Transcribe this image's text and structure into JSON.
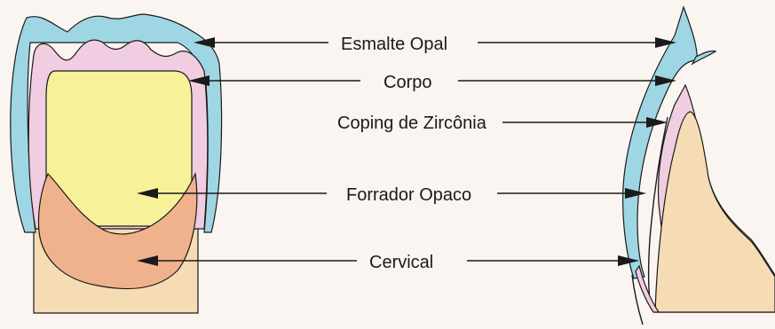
{
  "labels": {
    "esmalte_opal": "Esmalte Opal",
    "corpo": "Corpo",
    "coping": "Coping de Zircônia",
    "forrador": "Forrador Opaco",
    "cervical": "Cervical"
  },
  "colors": {
    "background": "#fbf5f1",
    "esmalte_opal": "#9fd6e4",
    "corpo": "#f0cde0",
    "forrador": "#f7f199",
    "cervical": "#f0b28c",
    "root": "#f6dcb5",
    "outline": "#1a1a1a"
  }
}
